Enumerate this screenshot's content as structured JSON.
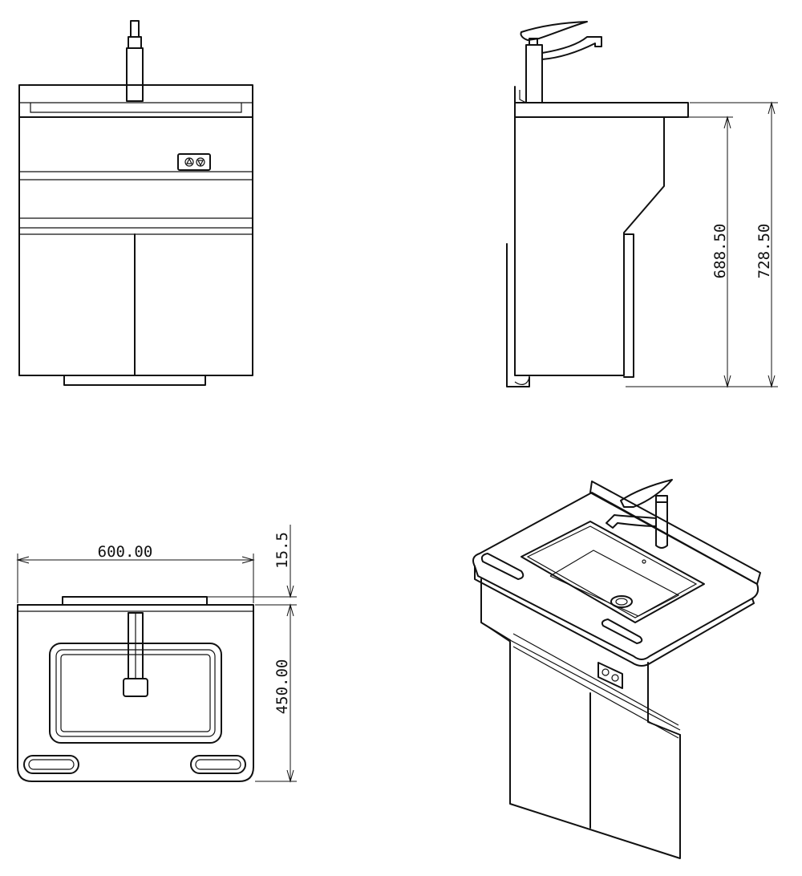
{
  "dimensions": {
    "height_body": "688.50",
    "height_total": "728.50",
    "width": "600.00",
    "depth": "450.00",
    "backsplash": "15.5"
  },
  "colors": {
    "line": "#111111",
    "background": "#ffffff"
  }
}
